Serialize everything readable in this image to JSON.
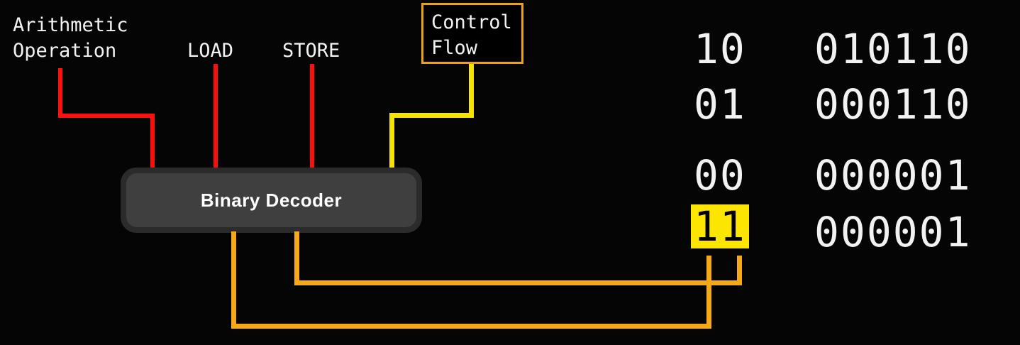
{
  "diagram": {
    "title": "Binary Decoder",
    "background_color": "#050505",
    "node": {
      "label": "Binary Decoder",
      "fill_color": "#3f3f3f",
      "border_color": "#2b2b2b"
    },
    "input_labels": [
      {
        "name": "arithmetic-operation",
        "line1": "Arithmetic",
        "line2": "Operation",
        "wire_color": "#fb0f0f"
      },
      {
        "name": "load",
        "line1": "LOAD",
        "line2": "",
        "wire_color": "#fb0f0f"
      },
      {
        "name": "store",
        "line1": "STORE",
        "line2": "",
        "wire_color": "#fb0f0f"
      }
    ],
    "control_flow_box": {
      "line1": "Control",
      "line2": "Flow",
      "border_color": "#e8a317",
      "wire_color": "#f5e400"
    },
    "output_wire_color": "#f5a916",
    "colors": {
      "red": "#fb0f0f",
      "yellow": "#f5e400",
      "orange": "#f5a916",
      "highlight": "#fce500",
      "text": "#f2f2f2"
    }
  },
  "instruction_table": {
    "rows": [
      {
        "opcode": "10",
        "operand": "010110",
        "highlighted": false
      },
      {
        "opcode": "01",
        "operand": "000110",
        "highlighted": false
      },
      {
        "opcode": "00",
        "operand": "000001",
        "highlighted": false
      },
      {
        "opcode": "11",
        "operand": "000001",
        "highlighted": true
      }
    ]
  }
}
